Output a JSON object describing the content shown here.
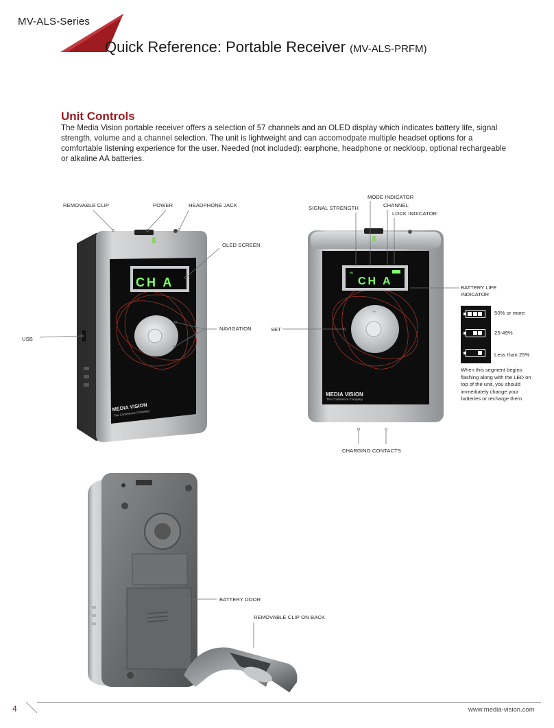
{
  "header": {
    "series": "MV-ALS-Series",
    "title": "Quick Reference: Portable Receiver",
    "model": "(MV-ALS-PRFM)"
  },
  "unit_controls": {
    "heading": "Unit Controls",
    "text": "The Media Vision portable receiver offers a selection of 57 channels and an OLED display which indicates battery life, signal strength, volume and a channel selection. The unit is lightweight and can accomodpate multiple headset options for a comfortable listening experience for the user. Needed (not included): earphone, headphone or neckloop, optional rechargeable or alkaline AA batteries."
  },
  "labels": {
    "removable_clip": "REMOVABLE CLIP",
    "power": "POWER",
    "headphone_jack": "HEADPHONE JACK",
    "oled_screen": "OLED SCREEN",
    "usb": "USB",
    "navigation": "NAVIGATION",
    "set": "SET",
    "mode_indicator": "MODE INDICATOR",
    "signal_strength": "SIGNAL STRENGTH",
    "channel": "CHANNEL",
    "lock_indicator": "LOCK INDICATOR",
    "battery_life_indicator": "BATTERY LIFE INDICATOR",
    "charging_contacts": "CHARGING CONTACTS",
    "battery_door": "BATTERY DOOR",
    "removable_clip_on_back": "REMOVABLE CLIP ON BACK"
  },
  "battery_levels": [
    {
      "label": "50% or more",
      "segments": 3
    },
    {
      "label": "25-49%",
      "segments": 2
    },
    {
      "label": "Less than 25%",
      "segments": 1
    }
  ],
  "battery_note": "When this segment begins flashing along with the LED on top of the unit, you should immediately change your batteries or recharge them.",
  "device": {
    "display_text": "CH A",
    "signal_text": "Hi",
    "brand": "MEDIA VISION",
    "brand_tagline": "The Conference Company"
  },
  "footer": {
    "page_number": "4",
    "website": "www.media-vision.com"
  },
  "colors": {
    "accent": "#9e1b20",
    "oled_green": "#7dff6a",
    "faceplate": "#0d0d0d",
    "housing": "#b9bbbd"
  }
}
